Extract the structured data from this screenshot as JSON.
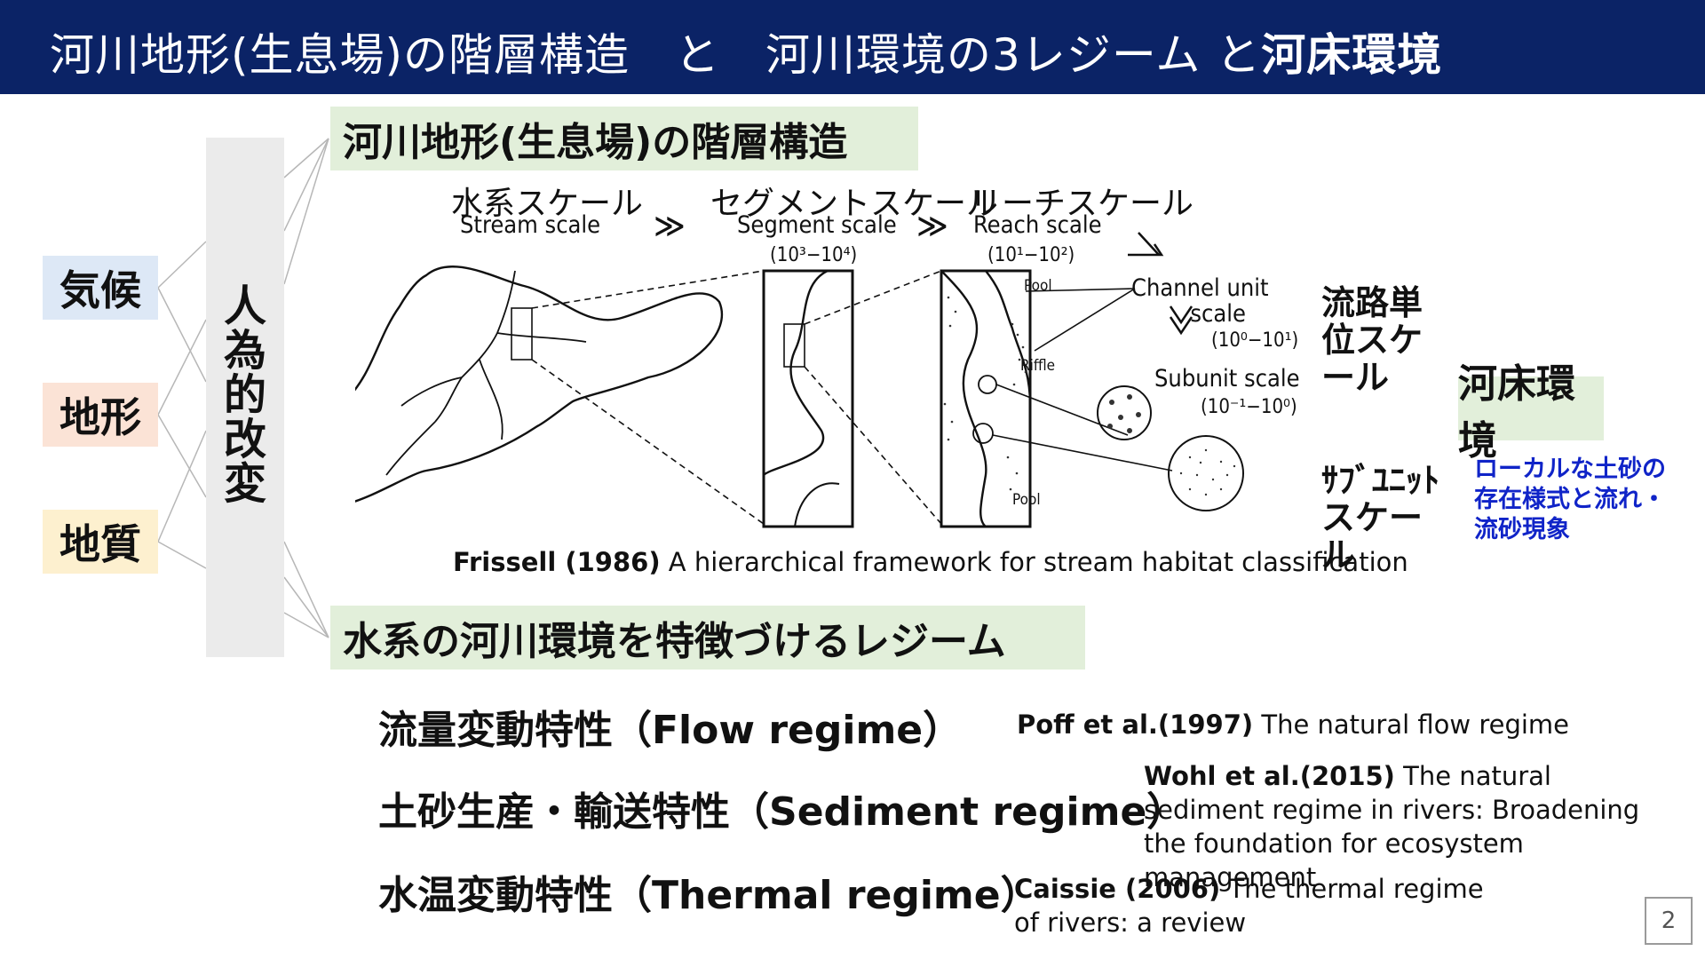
{
  "title": {
    "part1": "河川地形(生息場)の階層構造　と　河川環境の3レジーム と",
    "part2": "河床環境"
  },
  "factors": {
    "climate": "気候",
    "topography": "地形",
    "geology": "地質"
  },
  "human": {
    "l1": "人",
    "l2": "為",
    "l3": "的",
    "l4": "改",
    "l5": "変"
  },
  "section1": {
    "title": "河川地形(生息場)の階層構造"
  },
  "section2": {
    "title": "水系の河川環境を特徴づけるレジーム"
  },
  "diagram": {
    "stream_jp": "水系スケール",
    "segment_jp": "セグメントスケール",
    "reach_jp": "リーチスケール",
    "stream_en": "Stream scale",
    "segment_en": "Segment scale",
    "segment_range": "(10³−10⁴)",
    "reach_en": "Reach scale",
    "reach_range": "(10¹−10²)",
    "channel_en_1": "Channel unit",
    "channel_en_2": "scale",
    "channel_range": "(10⁰−10¹)",
    "channel_jp": "流路単位スケール",
    "subunit_en": "Subunit scale",
    "subunit_range": "(10⁻¹−10⁰)",
    "subunit_jp": "ｻﾌﾞﾕﾆｯﾄスケール",
    "pool_top": "Pool",
    "riffle": "Riffle",
    "pool_bottom": "Pool",
    "arrow_glyph": "≫"
  },
  "bed": {
    "title": "河床環境",
    "note": "ローカルな土砂の存在様式と流れ・流砂現象"
  },
  "citation_frissell": {
    "author": "Frissell (1986)",
    "text": " A hierarchical framework for stream habitat classification"
  },
  "regimes": {
    "flow": "流量変動特性（Flow regime）",
    "sediment": "土砂生産・輸送特性（Sediment regime）",
    "thermal": "水温変動特性（Thermal regime）"
  },
  "citations": {
    "poff_author": "Poff et al.(1997)",
    "poff_text": " The natural flow regime",
    "wohl_author": "Wohl et al.(2015)",
    "wohl_text": " The natural sediment regime in rivers: Broadening the foundation for ecosystem management",
    "caissie_author": "Caissie (2006)",
    "caissie_text": " The thermal regime of rivers: a review"
  },
  "page_number": "2",
  "colors": {
    "header_bg": "#0b2366",
    "section_bg": "#e2efda",
    "climate_bg": "#dde8f6",
    "topography_bg": "#fbe3d6",
    "geology_bg": "#fdf0cf",
    "bed_note": "#1024c8"
  }
}
